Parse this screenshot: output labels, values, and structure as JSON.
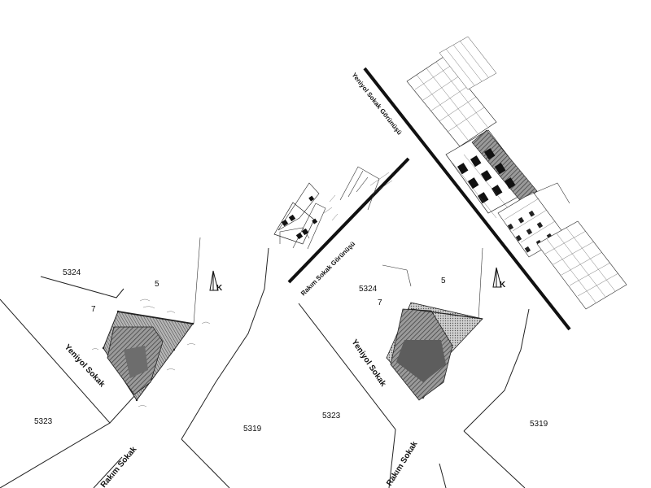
{
  "left_plan": {
    "parcel_labels": {
      "p5324": "5324",
      "p5": "5",
      "p7": "7",
      "p5323": "5323",
      "p5319": "5319"
    },
    "street_labels": {
      "yenijol": "Yeniyol Sokak",
      "rakim": "Rakım Sokak"
    },
    "north_label": "K"
  },
  "right_plan": {
    "parcel_labels": {
      "p5324": "5324",
      "p5": "5",
      "p7": "7",
      "p5323": "5323",
      "p5319": "5319"
    },
    "street_labels": {
      "yenijol": "Yeniyol Sokak",
      "rakim": "Rakım Sokak"
    },
    "north_label": "K"
  },
  "elevations": {
    "yenijol_view_label": "Yeniyol Sokak Görünüşü",
    "rakim_view_label": "Rakım Sokak Görünüşü"
  },
  "colors": {
    "line": "#222222",
    "hatch": "#555555",
    "fill_dark": "#444444",
    "window": "#111111"
  }
}
